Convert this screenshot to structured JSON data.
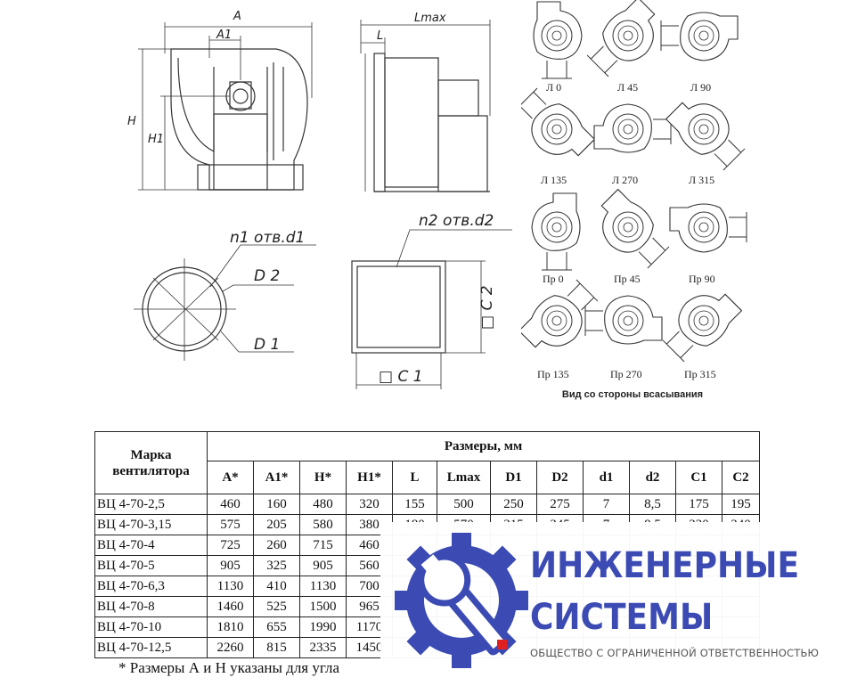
{
  "drawing": {
    "dim_A": "A",
    "dim_A1": "A1",
    "dim_H": "H",
    "dim_H1": "H1",
    "dim_Lmax": "Lmax",
    "dim_L": "L",
    "n1_label": "n1 отв.d1",
    "n2_label": "n2 отв.d2",
    "d2_label": "D 2",
    "d1_label": "D 1",
    "c2_label": "□ C 2",
    "c1_label": "□ C 1"
  },
  "orientations": [
    {
      "label": "Л 0"
    },
    {
      "label": "Л 45"
    },
    {
      "label": "Л 90"
    },
    {
      "label": "Л 135"
    },
    {
      "label": "Л 270"
    },
    {
      "label": "Л 315"
    },
    {
      "label": "Пр 0"
    },
    {
      "label": "Пр 45"
    },
    {
      "label": "Пр 90"
    },
    {
      "label": "Пр 135"
    },
    {
      "label": "Пр 270"
    },
    {
      "label": "Пр 315"
    }
  ],
  "orientation_caption": "Вид со стороны всасывания",
  "table": {
    "model_header": "Марка вентилятора",
    "dims_header": "Размеры, мм",
    "columns": [
      "A*",
      "A1*",
      "H*",
      "H1*",
      "L",
      "Lmax",
      "D1",
      "D2",
      "d1",
      "d2",
      "C1",
      "C2"
    ],
    "rows": [
      {
        "model": "ВЦ 4-70-2,5",
        "values": [
          "460",
          "160",
          "480",
          "320",
          "155",
          "500",
          "250",
          "275",
          "7",
          "8,5",
          "175",
          "195"
        ]
      },
      {
        "model": "ВЦ 4-70-3,15",
        "values": [
          "575",
          "205",
          "580",
          "380",
          "180",
          "570",
          "315",
          "345",
          "7",
          "8,5",
          "220",
          "240"
        ]
      },
      {
        "model": "ВЦ 4-70-4",
        "values": [
          "725",
          "260",
          "715",
          "460",
          "",
          "",
          "",
          "",
          "",
          "",
          "",
          ""
        ]
      },
      {
        "model": "ВЦ 4-70-5",
        "values": [
          "905",
          "325",
          "905",
          "560",
          "",
          "",
          "",
          "",
          "",
          "",
          "",
          ""
        ]
      },
      {
        "model": "ВЦ 4-70-6,3",
        "values": [
          "1130",
          "410",
          "1130",
          "700",
          "",
          "",
          "",
          "",
          "",
          "",
          "",
          ""
        ]
      },
      {
        "model": "ВЦ 4-70-8",
        "values": [
          "1460",
          "525",
          "1500",
          "965",
          "",
          "",
          "",
          "",
          "",
          "",
          "",
          ""
        ]
      },
      {
        "model": "ВЦ 4-70-10",
        "values": [
          "1810",
          "655",
          "1990",
          "1170",
          "",
          "",
          "",
          "",
          "",
          "",
          "",
          ""
        ]
      },
      {
        "model": "ВЦ 4-70-12,5",
        "values": [
          "2260",
          "815",
          "2335",
          "1450",
          "",
          "",
          "",
          "",
          "",
          "",
          "",
          ""
        ]
      }
    ],
    "footnote": "* Размеры А и Н указаны для угла"
  },
  "logo": {
    "line1": "ИНЖЕНЕРНЫЕ",
    "line2": "СИСТЕМЫ",
    "subtitle": "ОБЩЕСТВО С ОГРАНИЧЕННОЙ ОТВЕТСТВЕННОСТЬЮ",
    "icon": "gear-wrench-icon",
    "primary_color": "#3b4bb3",
    "accent_color": "#e02020"
  }
}
